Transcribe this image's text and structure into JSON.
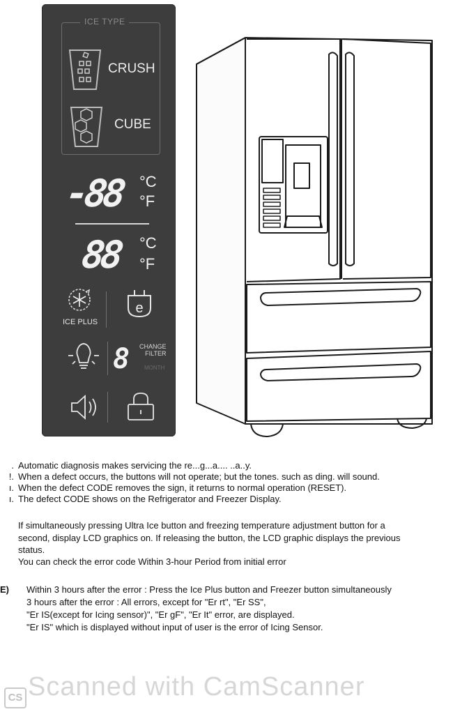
{
  "panel": {
    "ice_type_title": "ICE TYPE",
    "crush_label": "CRUSH",
    "cube_label": "CUBE",
    "freezer_digits": "-88",
    "fridge_digits": "88",
    "unit_c": "°C",
    "unit_f": "°F",
    "ice_plus_label": "ICE PLUS",
    "filter_digit": "8",
    "change_filter_label_1": "CHANGE",
    "change_filter_label_2": "FILTER",
    "month_label": "MONTH"
  },
  "list": [
    {
      "num": ".",
      "text": "Automatic diagnosis makes servicing the re...g...a.... ..a..y."
    },
    {
      "num": "!.",
      "text": "When a defect occurs, the buttons will not operate; but the tones. such as ding. will sound."
    },
    {
      "num": "ı.",
      "text": "When the defect CODE removes the sign, it returns to normal operation (RESET)."
    },
    {
      "num": "ı.",
      "text": "The defect CODE shows on the Refrigerator and Freezer Display."
    }
  ],
  "paragraph_lines": [
    "If simultaneously pressing Ultra Ice button and freezing temperature adjustment button for a",
    "second, display LCD graphics on. If releasing the button, the LCD graphic displays the previous",
    "status.",
    "You can check the error code Within 3-hour Period from initial error"
  ],
  "e_section": {
    "marker": "E)",
    "lines": [
      "Within 3 hours after the error : Press the Ice Plus button and Freezer button simultaneously",
      "3 hours after the error : All errors, except for \"Er rt\", \"Er SS\",",
      "\"Er IS(except for Icing sensor)\", \"Er gF\", \"Er It\" error, are displayed.",
      "\"Er IS\" which is displayed without input of user is the error of Icing Sensor."
    ]
  },
  "watermark": "Scanned with CamScanner",
  "cs_logo": "CS",
  "colors": {
    "panel_bg": "#3d3d3d",
    "panel_text": "#ececec"
  }
}
